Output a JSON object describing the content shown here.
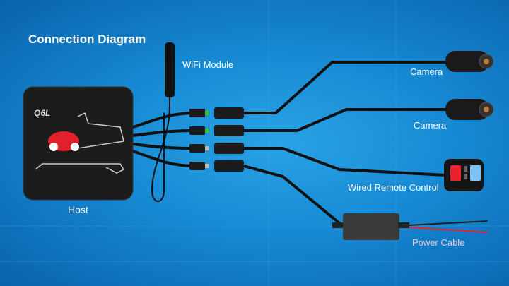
{
  "title": "Connection Diagram",
  "host": {
    "label": "Host",
    "model": "Q6L"
  },
  "labels": {
    "wifi": "WiFi Module",
    "camera_1": "Camera",
    "camera_2": "Camera",
    "remote": "Wired Remote Control",
    "power": "Power Cable"
  },
  "colors": {
    "background": "#1689d2",
    "power_label": "#f2c8d0",
    "remote_red": "#e8222e",
    "remote_blue": "#7cc4f5",
    "power_wire": "#e8202e"
  }
}
